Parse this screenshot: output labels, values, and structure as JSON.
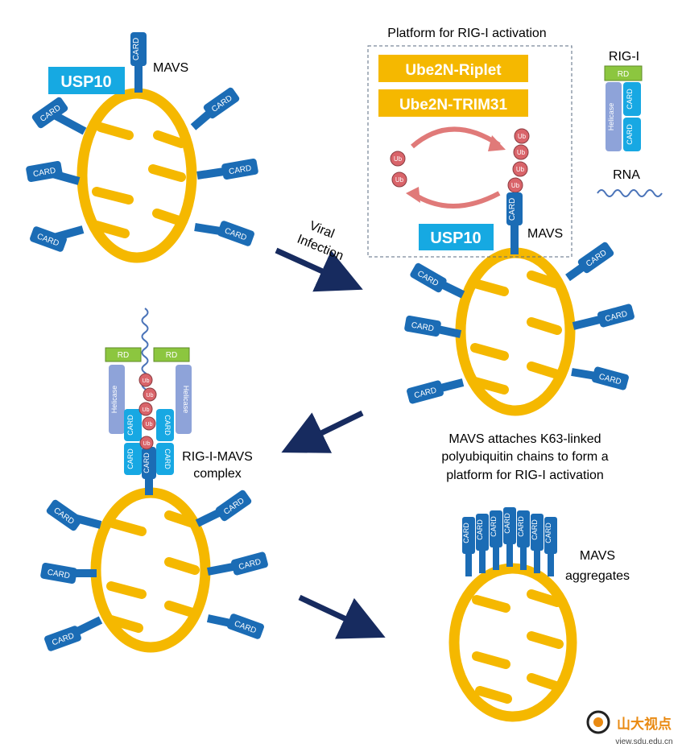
{
  "labels": {
    "card": "CARD",
    "mavs": "MAVS",
    "usp10": "USP10",
    "ube2n_riplet": "Ube2N-Riplet",
    "ube2n_trim31": "Ube2N-TRIM31",
    "ub": "Ub",
    "rd": "RD",
    "helicase": "Helicase",
    "rig_i": "RIG-I",
    "rna": "RNA",
    "platform_title": "Platform for RIG-I activation",
    "viral": "Viral",
    "infection": "Infection",
    "desc_line1": "MAVS attaches K63-linked",
    "desc_line2": "polyubiquitin chains to form a",
    "desc_line3": "platform for RIG-I activation",
    "complex_line1": "RIG-I-MAVS",
    "complex_line2": "complex",
    "aggregates_line1": "MAVS",
    "aggregates_line2": "aggregates",
    "watermark_cn": "山大视点",
    "watermark_url": "view.sdu.edu.cn"
  },
  "colors": {
    "mito": "#f5b800",
    "mavs_blue": "#1b6cb5",
    "card_light": "#17a8e3",
    "usp10": "#16a9e2",
    "ligase": "#f5b800",
    "ub": "#d9646a",
    "rd": "#8cc63f",
    "helicase": "#8ea3d9",
    "arrow": "#172b5f",
    "cycle_arrow": "#e07a79",
    "rna": "#4a73b8"
  }
}
